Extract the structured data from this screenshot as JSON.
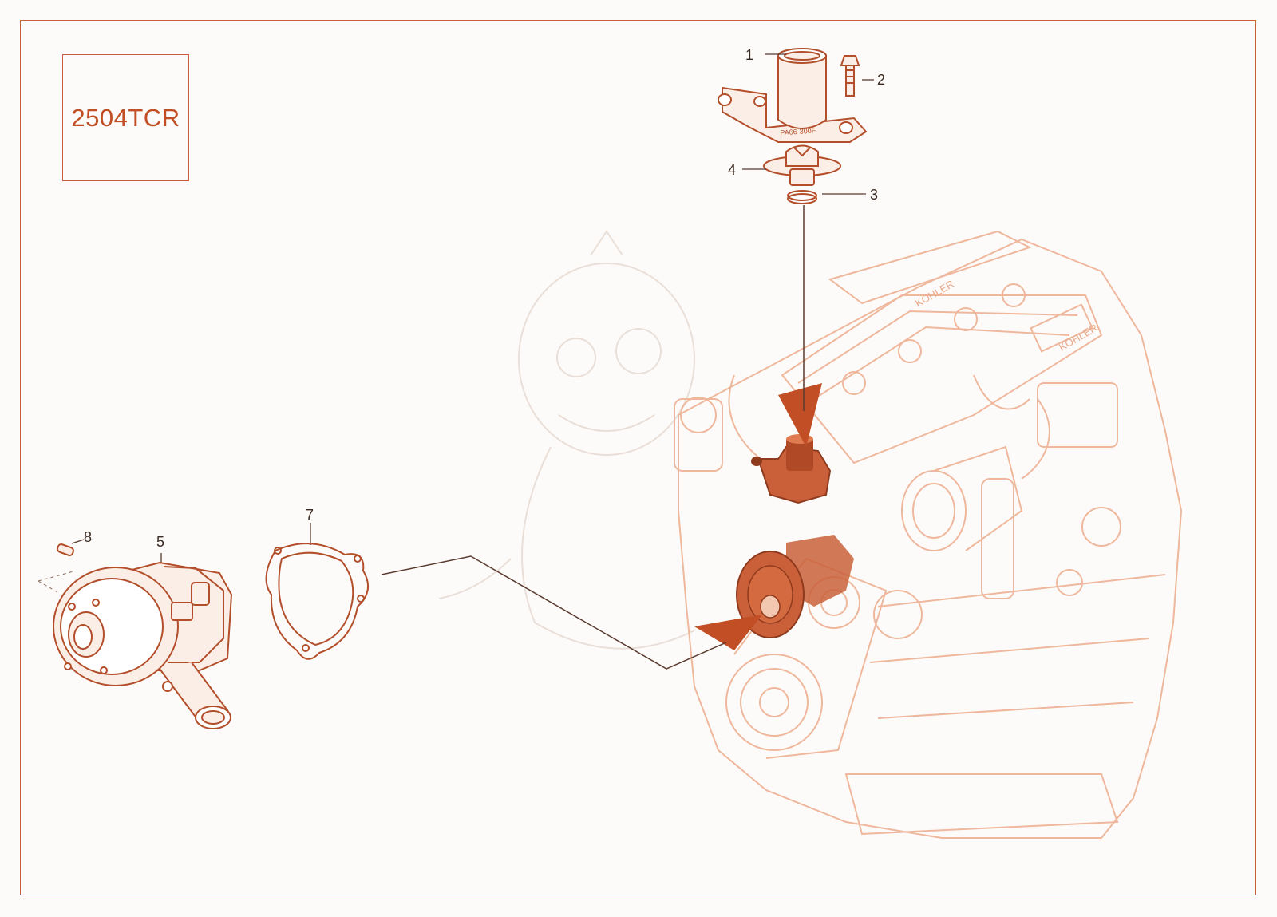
{
  "model_label": "2504TCR",
  "callouts": [
    {
      "id": "1",
      "label": "1"
    },
    {
      "id": "2",
      "label": "2"
    },
    {
      "id": "3",
      "label": "3"
    },
    {
      "id": "4",
      "label": "4"
    },
    {
      "id": "5",
      "label": "5"
    },
    {
      "id": "7",
      "label": "7"
    },
    {
      "id": "8",
      "label": "8"
    }
  ],
  "part_markings": {
    "thermostat_housing": "PA66-300F",
    "engine_brand": "KOHLER"
  },
  "colors": {
    "accent": "#c9603a",
    "highlight": "#c14e24",
    "faint": "#f0c6b2",
    "background": "#fcfbf9"
  }
}
